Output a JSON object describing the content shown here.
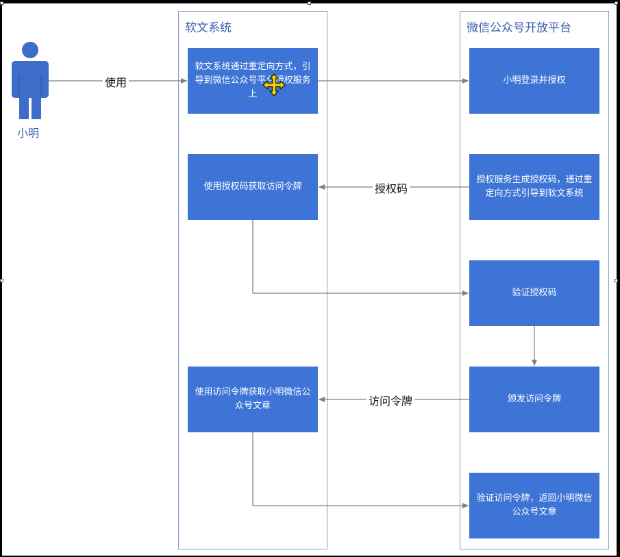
{
  "lanes": {
    "left_title": "软文系统",
    "right_title": "微信公众号开放平台"
  },
  "actor": {
    "name": "小明"
  },
  "boxes": {
    "redirect": "软文系统通过重定向方式，引导到微信公众号平台授权服务上",
    "login": "小明登录并授权",
    "get_token": "使用授权码获取访问令牌",
    "gen_code": "授权服务生成授权码，通过重定向方式引导到软文系统",
    "verify_code": "验证授权码",
    "issue_token": "颁发访问令牌",
    "get_articles": "使用访问令牌获取小明微信公众号文章",
    "verify_token": "验证访问令牌，返回小明微信公众号文章"
  },
  "edge_labels": {
    "use": "使用",
    "auth_code": "授权码",
    "access_token": "访问令牌"
  },
  "colors": {
    "box_fill": "#3d74d6",
    "lane_border": "#8b99c6",
    "title_text": "#3b5fae",
    "actor_fill": "#3d6dc9",
    "arrow": "#7f7f7f",
    "move_cursor_fill": "#f5d400"
  },
  "icons": {
    "actor": "person-icon",
    "cursor": "move-cursor-icon"
  }
}
